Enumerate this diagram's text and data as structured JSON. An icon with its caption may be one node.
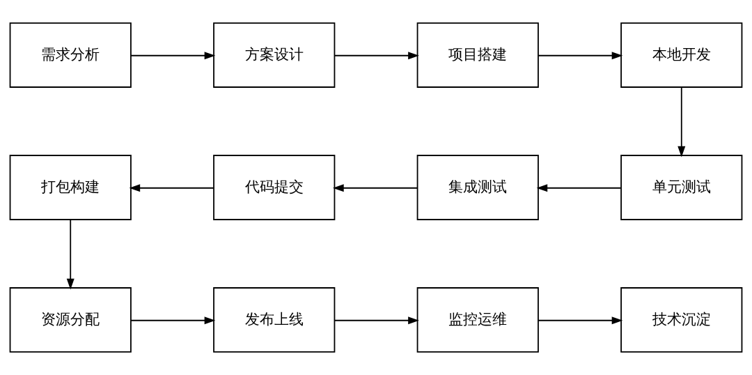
{
  "diagram": {
    "nodes": [
      {
        "text": [
          "需求分析"
        ]
      },
      {
        "text": [
          "方案设计"
        ]
      },
      {
        "text": [
          "项目搭建"
        ]
      },
      {
        "text": [
          "本地开发"
        ]
      },
      {
        "text": [
          "单元测试"
        ]
      },
      {
        "text": [
          "集成测试"
        ]
      },
      {
        "text": [
          "代码提交"
        ]
      },
      {
        "text": [
          "打包构建"
        ]
      },
      {
        "text": [
          "资源分配"
        ]
      },
      {
        "text": [
          "发布上线"
        ]
      },
      {
        "text": [
          "监控运维"
        ]
      },
      {
        "text": [
          "技术沉淀"
        ]
      }
    ],
    "edges": [
      {
        "from": 0,
        "to": 1,
        "arrow": "to"
      },
      {
        "from": 1,
        "to": 2,
        "arrow": "to"
      },
      {
        "from": 2,
        "to": 3,
        "arrow": "to"
      },
      {
        "from": 3,
        "to": 4,
        "arrow": "to"
      },
      {
        "from": 4,
        "to": 5,
        "arrow": "to"
      },
      {
        "from": 5,
        "to": 6,
        "arrow": "to"
      },
      {
        "from": 6,
        "to": 7,
        "arrow": "to"
      },
      {
        "from": 7,
        "to": 8,
        "arrow": "to"
      },
      {
        "from": 8,
        "to": 9,
        "arrow": "to"
      },
      {
        "from": 9,
        "to": 10,
        "arrow": "to"
      },
      {
        "from": 10,
        "to": 11,
        "arrow": "to"
      }
    ]
  }
}
